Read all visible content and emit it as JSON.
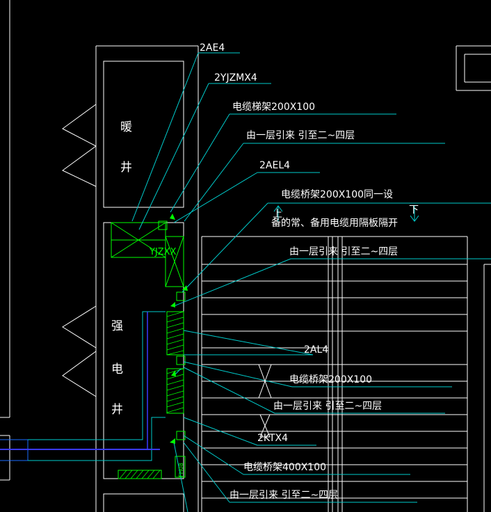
{
  "shafts": {
    "heating": [
      "暖",
      "井"
    ],
    "electric": [
      "强",
      "电",
      "井"
    ]
  },
  "labels": {
    "ae4": "2AE4",
    "yjzmx4": "2YJZMX4",
    "tray1": "电缆梯架200X100",
    "route1": "由一层引来 引至二~四层",
    "ael4": "2AEL4",
    "tray2_line1": "电缆桥架200X100同一设",
    "tray2_line2": "备的常、备用电缆用隔板隔开",
    "route2": "由一层引来 引至二~四层",
    "al4": "2AL4",
    "tray3": "电缆桥架200X100",
    "route3": "由一层引来 引至二~四层",
    "ktx4": "2KTX4",
    "tray4": "电缆桥架400X100",
    "route4": "由一层引来 引至二~四层"
  },
  "equipment": {
    "yjzxx": "YJZXX",
    "small_box": "FH08"
  },
  "stairs": {
    "up": "上",
    "down": "下"
  },
  "colors": {
    "background": "#000000",
    "walls": "#ffffff",
    "leaders": "#00cccc",
    "equipment": "#00ff00",
    "riser": "#0000ff"
  }
}
